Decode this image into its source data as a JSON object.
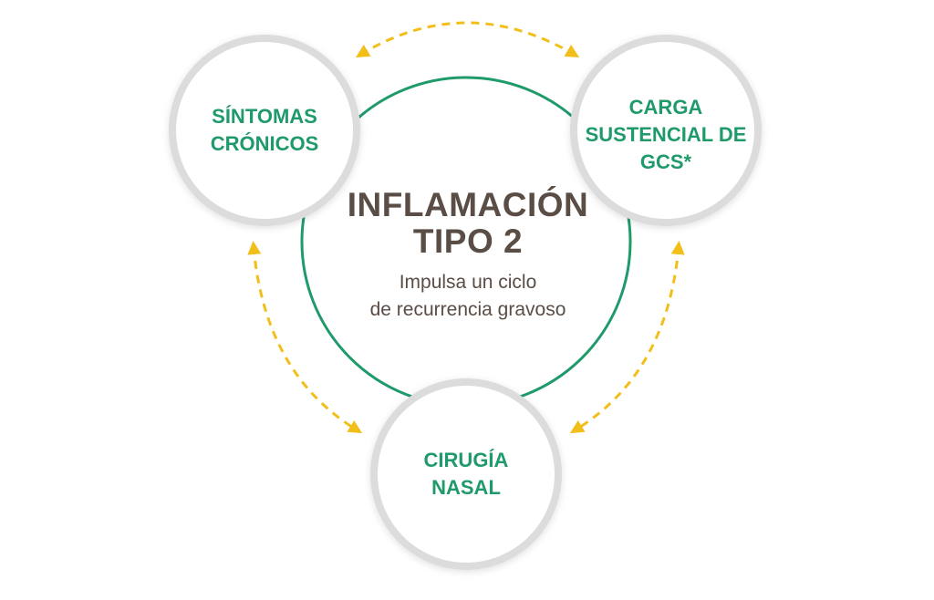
{
  "center": {
    "title_line1": "INFLAMACIÓN",
    "title_line2": "TIPO 2",
    "subtitle_line1": "Impulsa un ciclo",
    "subtitle_line2": "de recurrencia gravoso"
  },
  "nodes": {
    "sintomas": {
      "line1": "SÍNTOMAS",
      "line2": "CRÓNICOS"
    },
    "carga": {
      "line1": "CARGA",
      "line2": "SUSTENCIAL DE",
      "line3": "GCS*"
    },
    "cirugia": {
      "line1": "CIRUGÍA",
      "line2": "NASAL"
    }
  },
  "colors": {
    "green": "#1f9a6a",
    "brown": "#5a4d45",
    "arrow_yellow": "#f2bf1a",
    "node_ring": "#dcdcdc"
  }
}
